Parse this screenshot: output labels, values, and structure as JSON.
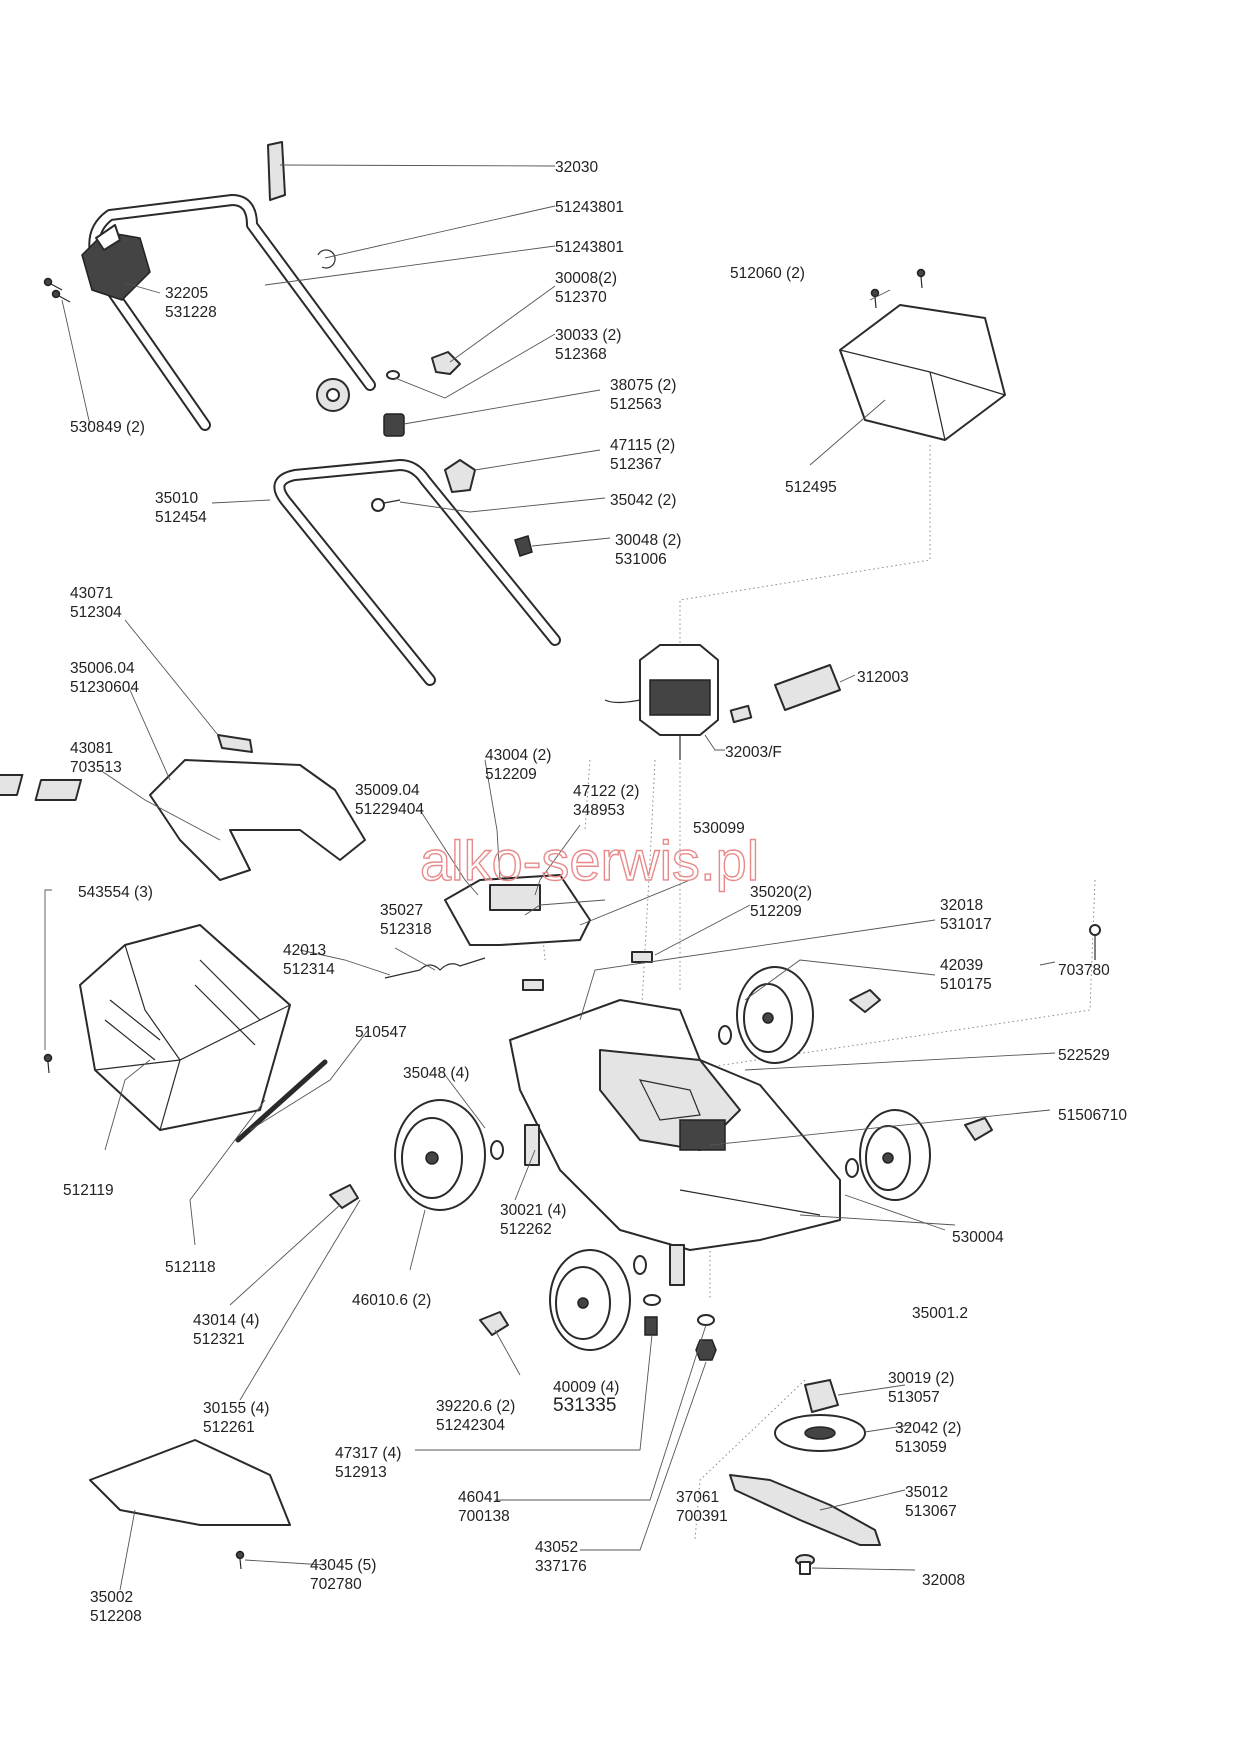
{
  "watermark": "alko-serwis.pl",
  "labels": [
    {
      "id": "32030",
      "lines": [
        "32030"
      ]
    },
    {
      "id": "51243801-a",
      "lines": [
        "51243801"
      ]
    },
    {
      "id": "51243801-b",
      "lines": [
        "51243801"
      ]
    },
    {
      "id": "32205",
      "lines": [
        "32205",
        "531228"
      ]
    },
    {
      "id": "30008",
      "lines": [
        "30008(2)",
        "512370"
      ]
    },
    {
      "id": "30033",
      "lines": [
        "30033 (2)",
        "512368"
      ]
    },
    {
      "id": "512060",
      "lines": [
        "512060 (2)"
      ]
    },
    {
      "id": "530849",
      "lines": [
        "530849 (2)"
      ]
    },
    {
      "id": "38075",
      "lines": [
        "38075 (2)",
        "512563"
      ]
    },
    {
      "id": "47115",
      "lines": [
        "47115 (2)",
        "512367"
      ]
    },
    {
      "id": "512495",
      "lines": [
        "512495"
      ]
    },
    {
      "id": "35010",
      "lines": [
        "35010",
        "512454"
      ]
    },
    {
      "id": "35042",
      "lines": [
        "35042 (2)"
      ]
    },
    {
      "id": "30048",
      "lines": [
        "30048 (2)",
        "531006"
      ]
    },
    {
      "id": "43071",
      "lines": [
        "43071",
        "512304"
      ]
    },
    {
      "id": "35006",
      "lines": [
        "35006.04",
        "51230604"
      ]
    },
    {
      "id": "312003",
      "lines": [
        "312003"
      ]
    },
    {
      "id": "32003F",
      "lines": [
        "32003/F"
      ]
    },
    {
      "id": "43081",
      "lines": [
        "43081",
        "703513"
      ]
    },
    {
      "id": "43004",
      "lines": [
        "43004 (2)",
        "512209"
      ]
    },
    {
      "id": "35009",
      "lines": [
        "35009.04",
        "51229404"
      ]
    },
    {
      "id": "47122",
      "lines": [
        "47122 (2)",
        "348953"
      ]
    },
    {
      "id": "530099",
      "lines": [
        "530099"
      ]
    },
    {
      "id": "543554",
      "lines": [
        "543554 (3)"
      ]
    },
    {
      "id": "35020",
      "lines": [
        "35020(2)",
        "512209"
      ]
    },
    {
      "id": "35027",
      "lines": [
        "35027",
        "512318"
      ]
    },
    {
      "id": "32018",
      "lines": [
        "32018",
        "531017"
      ]
    },
    {
      "id": "42013",
      "lines": [
        "42013",
        "512314"
      ]
    },
    {
      "id": "703780",
      "lines": [
        "703780"
      ]
    },
    {
      "id": "42039",
      "lines": [
        "42039",
        "510175"
      ]
    },
    {
      "id": "510547",
      "lines": [
        "510547"
      ]
    },
    {
      "id": "522529",
      "lines": [
        "522529"
      ]
    },
    {
      "id": "35048",
      "lines": [
        "35048 (4)"
      ]
    },
    {
      "id": "51506710",
      "lines": [
        "51506710"
      ]
    },
    {
      "id": "512119",
      "lines": [
        "512119"
      ]
    },
    {
      "id": "30021",
      "lines": [
        "30021 (4)",
        "512262"
      ]
    },
    {
      "id": "530004",
      "lines": [
        "530004"
      ]
    },
    {
      "id": "512118",
      "lines": [
        "512118"
      ]
    },
    {
      "id": "46010",
      "lines": [
        "46010.6 (2)"
      ]
    },
    {
      "id": "35001",
      "lines": [
        "35001.2"
      ]
    },
    {
      "id": "43014",
      "lines": [
        "43014 (4)",
        "512321"
      ]
    },
    {
      "id": "30019",
      "lines": [
        "30019 (2)",
        "513057"
      ]
    },
    {
      "id": "40009",
      "lines": [
        "40009 (4)",
        "531335"
      ]
    },
    {
      "id": "39220",
      "lines": [
        "39220.6 (2)",
        "51242304"
      ]
    },
    {
      "id": "32042",
      "lines": [
        "32042 (2)",
        "513059"
      ]
    },
    {
      "id": "30155",
      "lines": [
        "30155 (4)",
        "512261"
      ]
    },
    {
      "id": "47317",
      "lines": [
        "47317 (4)",
        "512913"
      ]
    },
    {
      "id": "35012",
      "lines": [
        "35012",
        "513067"
      ]
    },
    {
      "id": "46041",
      "lines": [
        "46041",
        "700138"
      ]
    },
    {
      "id": "37061",
      "lines": [
        "37061",
        "700391"
      ]
    },
    {
      "id": "43052",
      "lines": [
        "43052",
        "337176"
      ]
    },
    {
      "id": "43045",
      "lines": [
        "43045 (5)",
        "702780"
      ]
    },
    {
      "id": "32008",
      "lines": [
        "32008"
      ]
    },
    {
      "id": "35002",
      "lines": [
        "35002",
        "512208"
      ]
    }
  ]
}
